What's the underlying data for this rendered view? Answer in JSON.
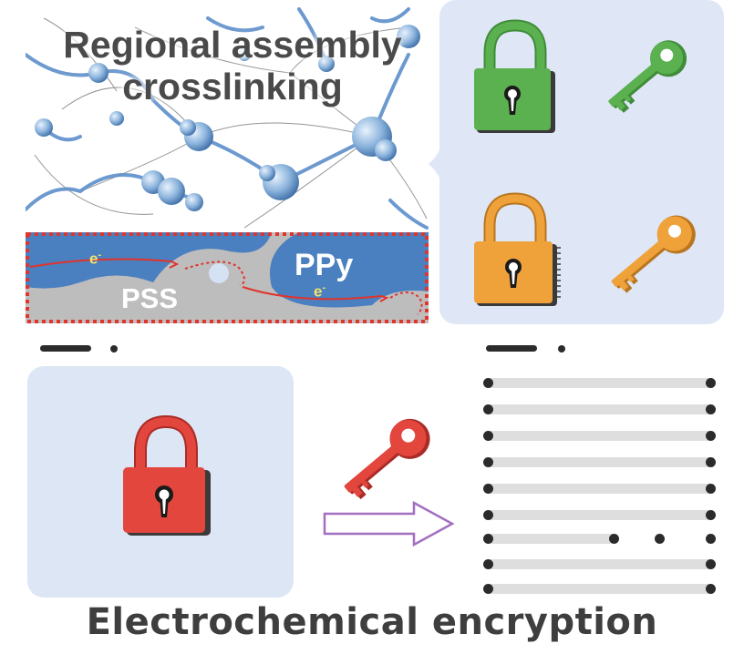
{
  "title": {
    "line1": "Regional assembly",
    "line2": "crosslinking"
  },
  "strip": {
    "ppy_label": "PPy",
    "pss_label": "PSS",
    "electron_label": "e"
  },
  "caption": "Electrochemical encryption",
  "icons": {
    "lock_green": "padlock-icon",
    "key_green": "key-icon",
    "lock_orange": "padlock-icon",
    "key_orange": "key-icon",
    "lock_red": "padlock-icon",
    "key_red": "key-icon",
    "arrow": "right-arrow-icon"
  },
  "colors": {
    "ppy_blue": "#4a7fc0",
    "pss_gray": "#bdbdbd",
    "electron_path": "#e0342c",
    "green": "#5bb04f",
    "orange": "#f0a23a",
    "red": "#e2463d",
    "arrow_outline": "#a36fc0",
    "panel_bg": "#dfe6f6"
  }
}
